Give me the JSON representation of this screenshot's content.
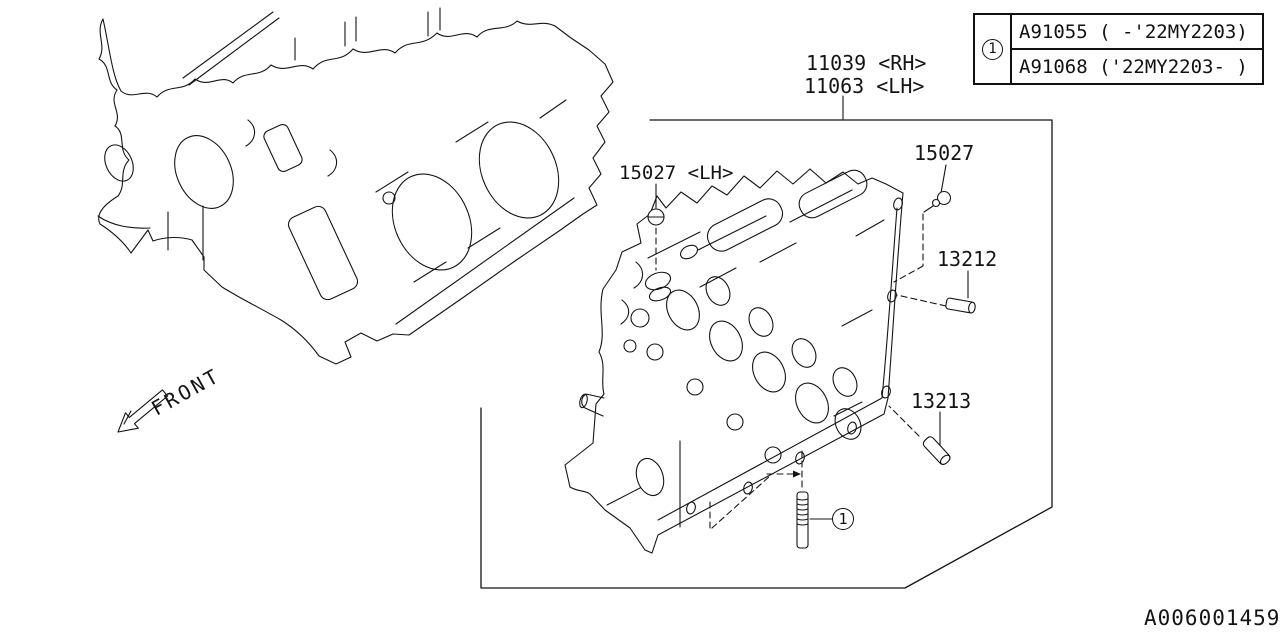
{
  "parts": {
    "head_rh_label": "11039 <RH>",
    "head_lh_label": "11063 <LH>",
    "plug_lh_label": "15027 <LH>",
    "plug_rh_label": "15027",
    "dowel_pin_upper_label": "13212",
    "dowel_pin_lower_label": "13213"
  },
  "callout": {
    "number": "1"
  },
  "ref_table": {
    "index": "1",
    "rows": [
      {
        "text": "A91055 ( -'22MY2203)"
      },
      {
        "text": "A91068 ('22MY2203- )"
      }
    ]
  },
  "front_label": "FRONT",
  "diagram_code": "A006001459"
}
